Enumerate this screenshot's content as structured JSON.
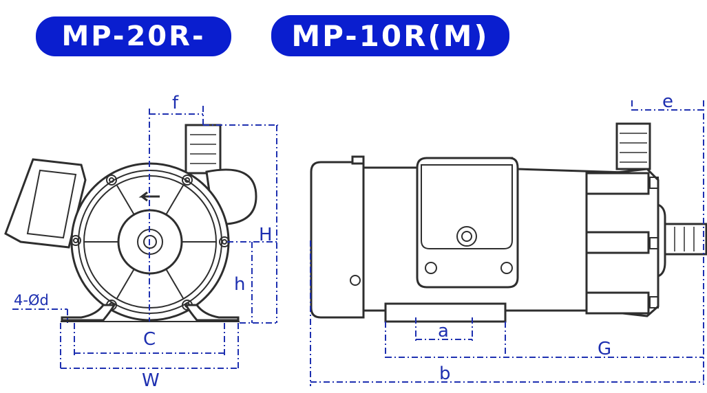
{
  "models": {
    "left": "MP-20R-",
    "right": "MP-10R(M)"
  },
  "labels": {
    "f": "f",
    "H": "H",
    "h": "h",
    "holes": "4-Ød",
    "C": "C",
    "W": "W",
    "e": "e",
    "a": "a",
    "G": "G",
    "b": "b"
  },
  "colors": {
    "badge": "#0a1ecf",
    "dimension": "#1d2fb0",
    "outline": "#2e2e2e"
  }
}
